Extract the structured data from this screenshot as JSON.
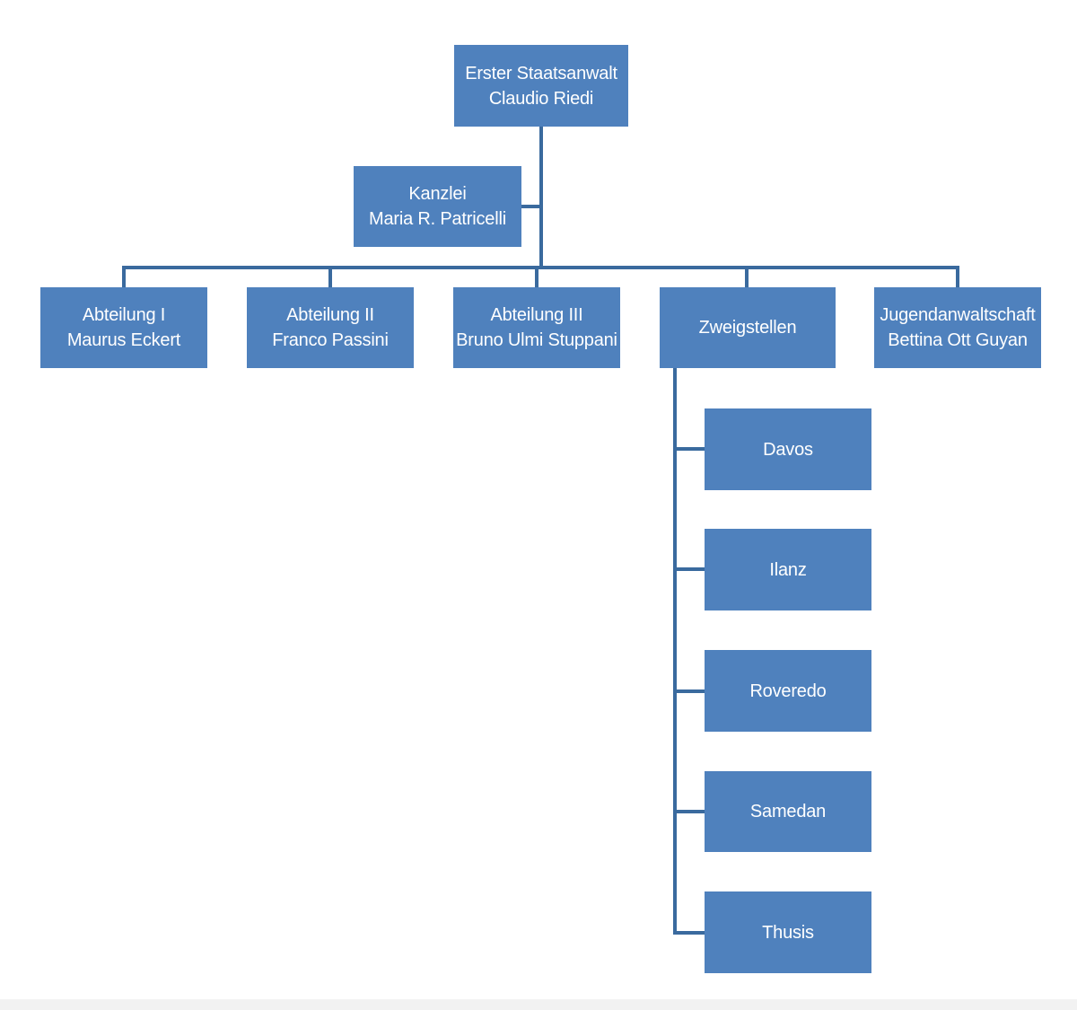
{
  "org_chart": {
    "root": {
      "line1": "Erster Staatsanwalt",
      "line2": "Claudio Riedi"
    },
    "assistant": {
      "line1": "Kanzlei",
      "line2": "Maria R. Patricelli"
    },
    "departments": [
      {
        "line1": "Abteilung I",
        "line2": "Maurus Eckert"
      },
      {
        "line1": "Abteilung II",
        "line2": "Franco Passini"
      },
      {
        "line1": "Abteilung III",
        "line2": "Bruno Ulmi Stuppani"
      },
      {
        "line1": "Zweigstellen",
        "line2": ""
      },
      {
        "line1": "Jugendanwaltschaft",
        "line2": "Bettina Ott Guyan"
      }
    ],
    "branches": [
      {
        "label": "Davos"
      },
      {
        "label": "Ilanz"
      },
      {
        "label": "Roveredo"
      },
      {
        "label": "Samedan"
      },
      {
        "label": "Thusis"
      }
    ]
  },
  "colors": {
    "box_fill": "#4f81bd",
    "connector": "#3a6a9e",
    "text": "#ffffff"
  }
}
